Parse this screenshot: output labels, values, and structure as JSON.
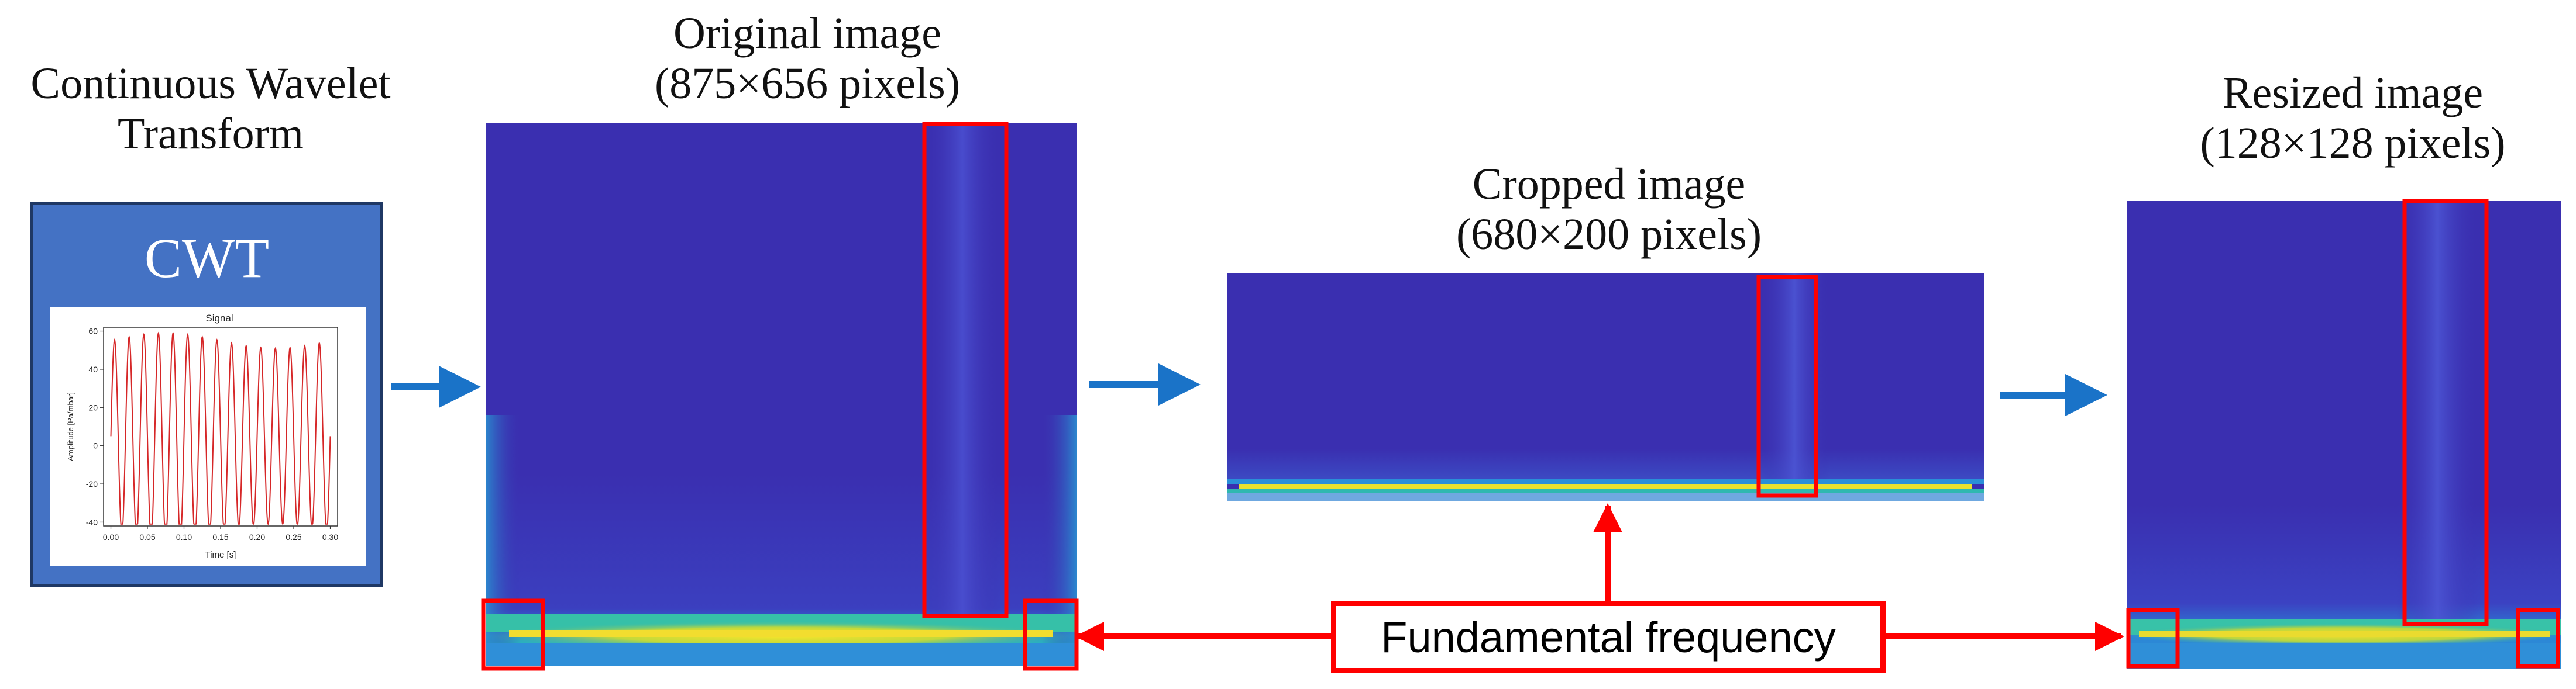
{
  "titles": {
    "cwt_line1": "Continuous Wavelet",
    "cwt_line2": "Transform",
    "original_line1": "Original image",
    "original_line2": "(875×656 pixels)",
    "cropped_line1": "Cropped image",
    "cropped_line2": "(680×200 pixels)",
    "resized_line1": "Resized image",
    "resized_line2": "(128×128 pixels)"
  },
  "cwt_box": {
    "label": "CWT"
  },
  "signal_plot": {
    "title": "Signal",
    "ylabel": "Amplitude [Pa/mbar]",
    "xlabel": "Time [s]",
    "y_ticks": [
      "60",
      "40",
      "20",
      "0",
      "-20",
      "-40"
    ],
    "x_ticks": [
      "0.00",
      "0.05",
      "0.10",
      "0.15",
      "0.20",
      "0.25",
      "0.30"
    ],
    "ylim": [
      -40,
      60
    ],
    "xlim": [
      0.0,
      0.3
    ],
    "cycles": 15,
    "amplitude": 50,
    "offset": 5
  },
  "callout": {
    "label": "Fundamental frequency"
  },
  "colors": {
    "spectrogram_bg": "#3a2fb0",
    "highlight": "#ff0000",
    "arrow": "#1a73c8",
    "box_fill": "#4472c4",
    "signal_line": "#d62728"
  }
}
